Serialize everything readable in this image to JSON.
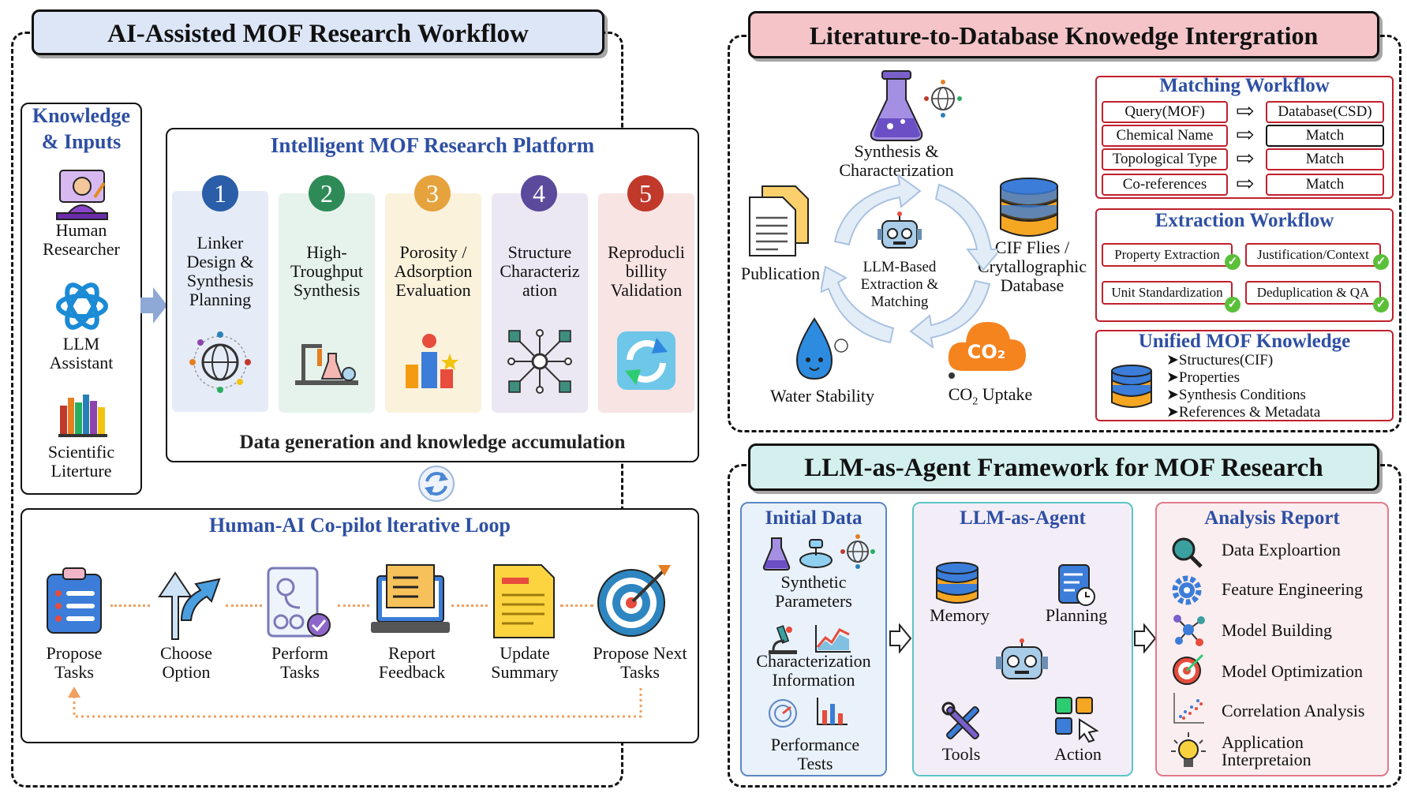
{
  "left": {
    "title": "AI-Assisted MOF Research Workflow",
    "knowledge": {
      "heading": "Knowledge & Inputs",
      "items": [
        "Human Researcher",
        "LLM Assistant",
        "Scientific Literture"
      ]
    },
    "platform": {
      "heading": "Intelligent MOF Research Platform",
      "steps": [
        {
          "num": "1",
          "label": "Linker Design & Synthesis Planning",
          "color": "#2b5ea8"
        },
        {
          "num": "2",
          "label": "High-Troughput Synthesis",
          "color": "#2e8b57"
        },
        {
          "num": "3",
          "label": "Porosity / Adsorption Evaluation",
          "color": "#e6a23c"
        },
        {
          "num": "4",
          "label": "Structure Characteriz ation",
          "color": "#5b4a9c"
        },
        {
          "num": "5",
          "label": "Reproducli billity Validation",
          "color": "#c0392b"
        }
      ],
      "footer": "Data generation and knowledge accumulation"
    },
    "loop": {
      "heading": "Human-AI Co-pilot lterative Loop",
      "steps": [
        "Propose Tasks",
        "Choose Option",
        "Perform Tasks",
        "Report Feedback",
        "Update Summary",
        "Propose Next Tasks"
      ]
    }
  },
  "right_top": {
    "title": "Literature-to-Database Knowedge Intergration",
    "cycle": {
      "synthesis": "Synthesis & Characterization",
      "publication": "Publication",
      "cif": "CIF Flies / Crytallographic Database",
      "center": "LLM-Based Extraction & Matching",
      "water": "Water Stability",
      "co2_main": "CO",
      "co2_sub": "2",
      "co2_rest": " Uptake",
      "co2_icon": "CO₂"
    },
    "matching": {
      "heading": "Matching Workflow",
      "rows": [
        {
          "left": "Query(MOF)",
          "right": "Database(CSD)"
        },
        {
          "left": "Chemical Name",
          "right": "Match"
        },
        {
          "left": "Topological Type",
          "right": "Match"
        },
        {
          "left": "Co-references",
          "right": "Match"
        }
      ]
    },
    "extraction": {
      "heading": "Extraction Workflow",
      "items": [
        "Property Extraction",
        "Justification/Context",
        "Unit Standardization",
        "Deduplication & QA"
      ]
    },
    "unified": {
      "heading": "Unified MOF Knowledge",
      "items": [
        "➤Structures(CIF)",
        "➤Properties",
        "➤Synthesis Conditions",
        "➤References & Metadata"
      ]
    }
  },
  "right_bottom": {
    "title": "LLM-as-Agent Framework for MOF Research",
    "initial": {
      "heading": "Initial Data",
      "items": [
        "Synthetic Parameters",
        "Characterization Information",
        "Performance Tests"
      ]
    },
    "agent": {
      "heading": "LLM-as-Agent",
      "memory": "Memory",
      "planning": "Planning",
      "tools": "Tools",
      "action": "Action"
    },
    "report": {
      "heading": "Analysis Report",
      "items": [
        "Data Exploartion",
        "Feature Engineering",
        "Model Building",
        "Model Optimization",
        "Correlation Analysis",
        "Application Interpretaion"
      ]
    }
  }
}
